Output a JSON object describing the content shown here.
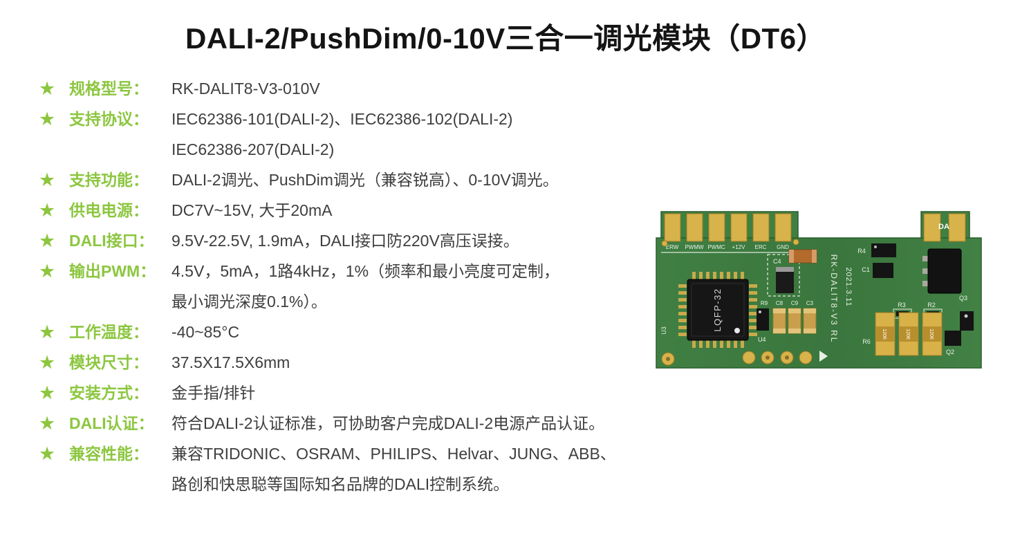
{
  "title": "DALI-2/PushDim/0-10V三合一调光模块（DT6）",
  "star_glyph": "★",
  "colors": {
    "accent_green": "#8CC63F",
    "text_dark": "#3E3E3E",
    "board_green": "#3A763D",
    "pad_gold": "#D8B24A"
  },
  "specs": [
    {
      "label": "规格型号：",
      "lines": [
        "RK-DALIT8-V3-010V"
      ]
    },
    {
      "label": "支持协议：",
      "lines": [
        "IEC62386-101(DALI-2)、IEC62386-102(DALI-2)",
        "IEC62386-207(DALI-2)"
      ]
    },
    {
      "label": "支持功能：",
      "lines": [
        "DALI-2调光、PushDim调光（兼容锐高）、0-10V调光。"
      ]
    },
    {
      "label": "供电电源：",
      "lines": [
        "DC7V~15V, 大于20mA"
      ]
    },
    {
      "label": "DALI接口：",
      "lines": [
        "9.5V-22.5V, 1.9mA，DALI接口防220V高压误接。"
      ]
    },
    {
      "label": "输出PWM：",
      "lines": [
        "4.5V，5mA，1路4kHz，1%（频率和最小亮度可定制，",
        "最小调光深度0.1%）。"
      ]
    },
    {
      "label": "工作温度：",
      "lines": [
        "-40~85°C"
      ]
    },
    {
      "label": "模块尺寸：",
      "lines": [
        "37.5X17.5X6mm"
      ]
    },
    {
      "label": "安装方式：",
      "lines": [
        "金手指/排针"
      ]
    },
    {
      "label": "DALI认证：",
      "lines": [
        "符合DALI-2认证标准，可协助客户完成DALI-2电源产品认证。"
      ]
    },
    {
      "label": "兼容性能：",
      "lines": [
        "兼容TRIDONIC、OSRAM、PHILIPS、Helvar、JUNG、ABB、",
        "路创和快思聪等国际知名品牌的DALI控制系统。"
      ]
    }
  ],
  "pcb": {
    "pin_labels": [
      "ERW",
      "PWMW",
      "PWMC",
      "+12V",
      "ERC",
      "GND"
    ],
    "top_right_label": "DA",
    "chip_label": "LQFP-32",
    "chip_ref_left": "U3",
    "chip_ref_right": "U4",
    "board_model": "RK-DALIT8-V3  RL",
    "board_date": "2021.3.11",
    "component_code": "1206",
    "refs": {
      "c4": "C4",
      "r9": "R9",
      "c8": "C8",
      "c9": "C9",
      "c3": "C3",
      "r4": "R4",
      "c1": "C1",
      "q3": "Q3",
      "r3": "R3",
      "r2": "R2",
      "r6": "R6",
      "q2": "Q2"
    }
  }
}
